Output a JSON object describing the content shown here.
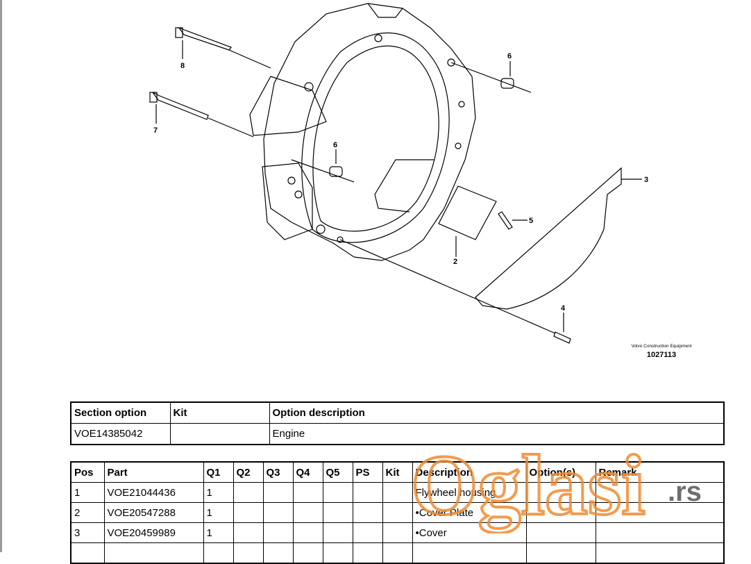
{
  "drawing": {
    "callouts": [
      "8",
      "7",
      "6",
      "6",
      "3",
      "5",
      "2",
      "4"
    ],
    "credit_company": "Volvo Construction Equipment",
    "credit_number": "1027113"
  },
  "section_table": {
    "headers": [
      "Section option",
      "Kit",
      "Option description"
    ],
    "row": [
      "VOE14385042",
      "",
      "Engine"
    ]
  },
  "parts_table": {
    "headers": [
      "Pos",
      "Part",
      "Q1",
      "Q2",
      "Q3",
      "Q4",
      "Q5",
      "PS",
      "Kit",
      "Description",
      "Option(s)",
      "Remark"
    ],
    "rows": [
      [
        "1",
        "VOE21044436",
        "1",
        "",
        "",
        "",
        "",
        "",
        "",
        "Flywheel housing",
        "",
        ""
      ],
      [
        "2",
        "VOE20547288",
        "1",
        "",
        "",
        "",
        "",
        "",
        "",
        "•Cover Plate",
        "",
        ""
      ],
      [
        "3",
        "VOE20459989",
        "1",
        "",
        "",
        "",
        "",
        "",
        "",
        "•Cover",
        "",
        ""
      ]
    ]
  },
  "watermark": {
    "brand": "Oglasi",
    "suffix": ".rs",
    "color": "#f28a2e"
  }
}
